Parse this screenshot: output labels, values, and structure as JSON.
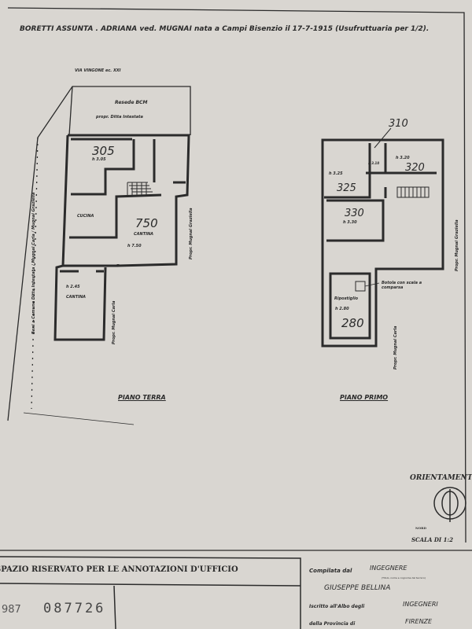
{
  "header": {
    "owner_line": "BORETTI ASSUNTA . ADRIANA ved. MUGNAI nata a Campi Bisenzio il 17-7-1915 (Usufruttuaria per 1/2).",
    "street": "VIA VINGONE ec. XXI"
  },
  "ground_floor": {
    "title": "PIANO TERRA",
    "courtyard": {
      "label": "Resede BCM",
      "owner": "propr. Ditta Intestata"
    },
    "rooms": [
      {
        "number": "305",
        "height": "h 3.05"
      },
      {
        "name": "CUCINA"
      },
      {
        "number": "750",
        "name": "CANTINA",
        "height": "h 7.50"
      },
      {
        "name": "CANTINA",
        "height": "h 2.45"
      }
    ],
    "neighbors": {
      "left": "Beni a Comune Ditta Intestata / Mugnai Carla / Mugnai Graziella",
      "right": "Propr. Mugnai Graziella",
      "bottom": "Propr. Mugnai Carla"
    }
  },
  "first_floor": {
    "title": "PIANO PRIMO",
    "rooms": [
      {
        "number": "325",
        "height": "h 3.25"
      },
      {
        "number": "310",
        "height": "h 3.10"
      },
      {
        "number": "320",
        "height": "h 3.20"
      },
      {
        "number": "330",
        "height": "h 3.30"
      },
      {
        "number": "280",
        "name": "Ripostiglio",
        "height": "h 2.80"
      }
    ],
    "hatch_note": "Botola con scala a comparsa",
    "neighbors": {
      "right": "Propr. Mugnai Graziella",
      "bottom": "Propr. Mugnai Carla"
    }
  },
  "orientation": {
    "title": "ORIENTAMENTO",
    "north": "NORD",
    "scale": "SCALA DI 1:2"
  },
  "footer": {
    "office_header": "SPAZIO RISERVATO PER LE ANNOTAZIONI D'UFFICIO",
    "stamp_number": "087726",
    "stamp_prefix": "987",
    "compiled_by_label": "Compilata dal",
    "compiled_by_title": "INGEGNERE",
    "compiled_by_hint": "(Titolo, nome e cognome del tecnico)",
    "engineer_name": "GIUSEPPE   BELLINA",
    "registry_label": "Iscritto all'Albo degli",
    "registry_value": "INGEGNERI",
    "province_label": "della Provincia di",
    "province_value": "FIRENZE"
  }
}
